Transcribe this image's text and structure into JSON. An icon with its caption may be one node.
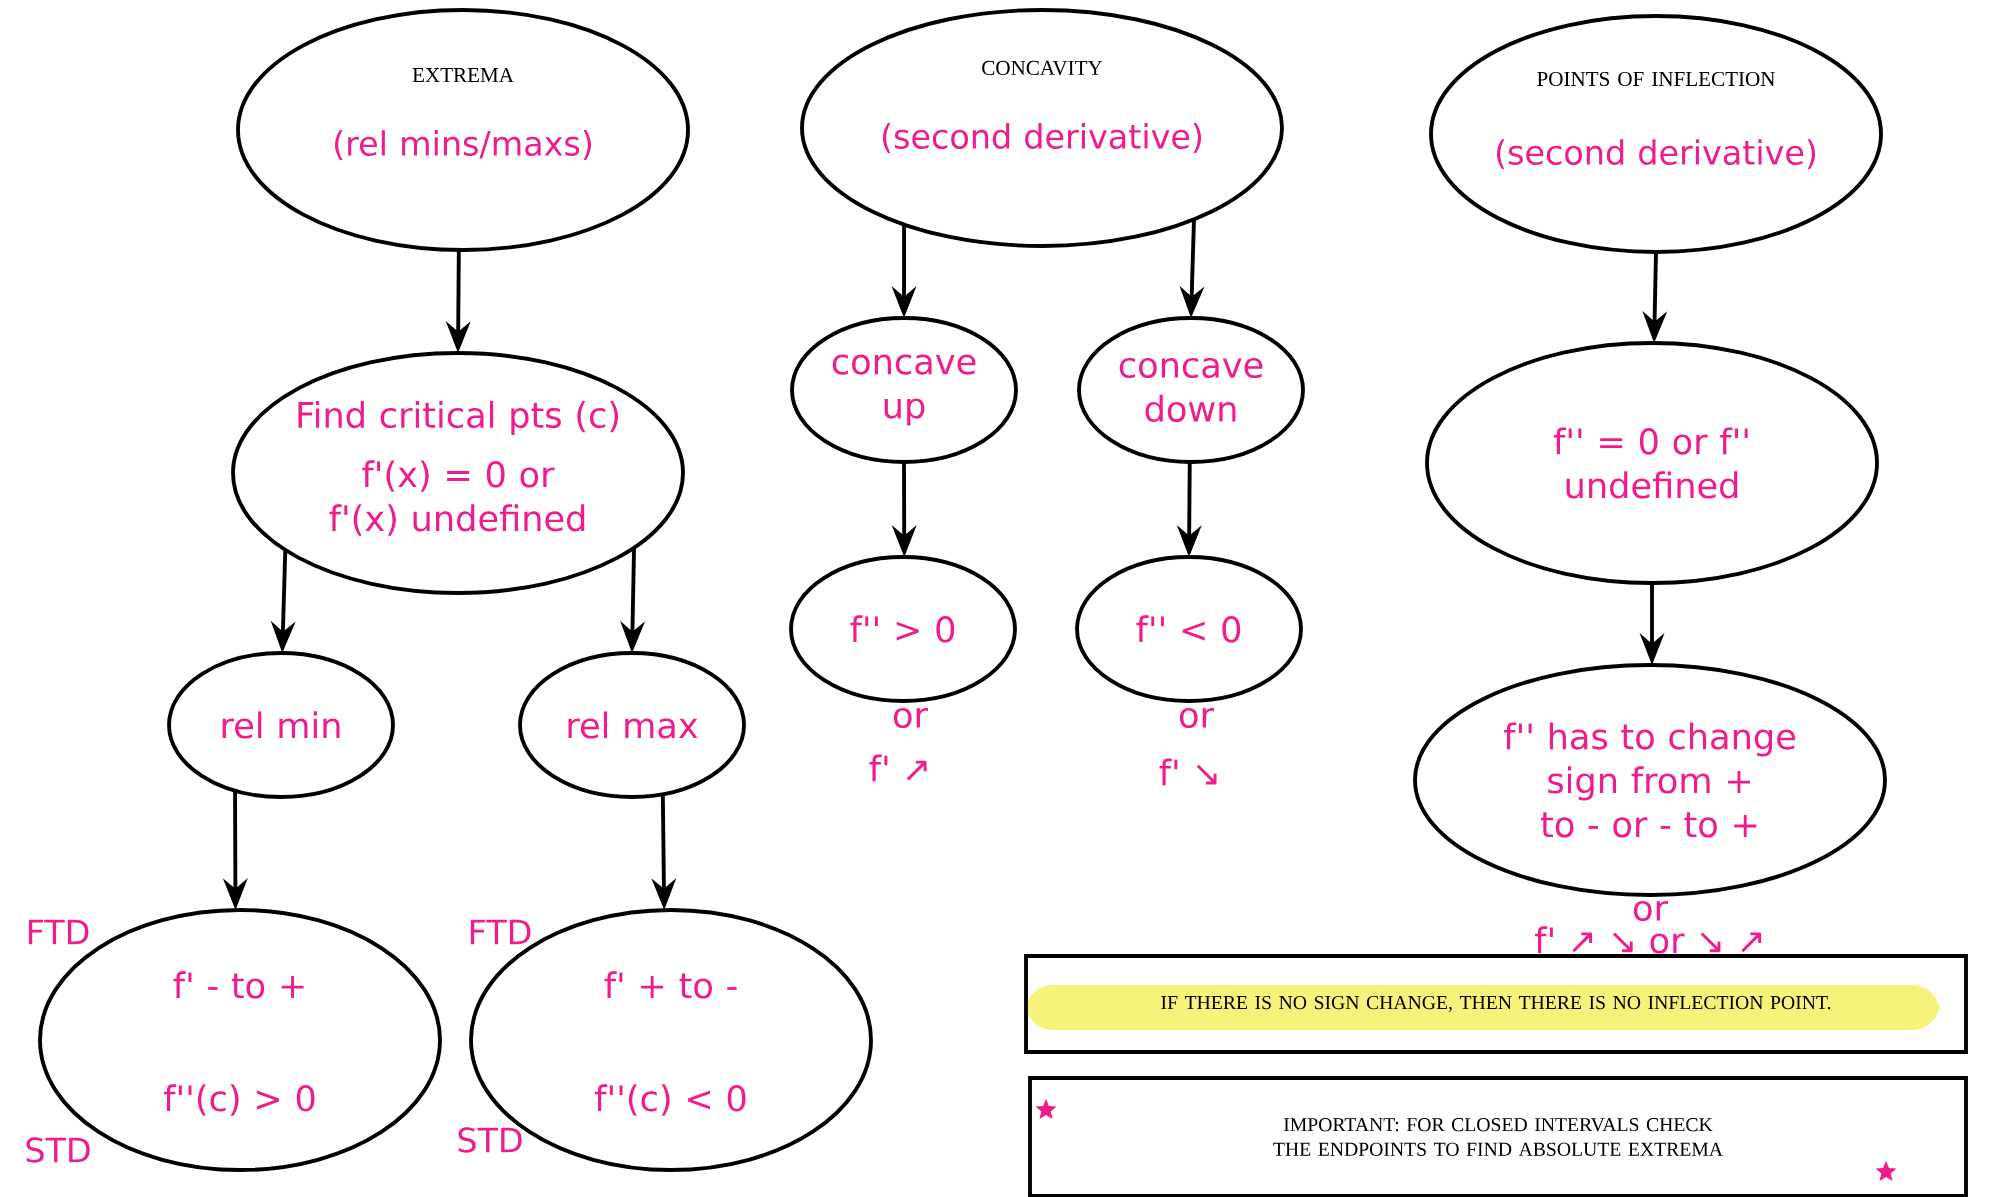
{
  "diagram": {
    "nodes": [
      {
        "text": [
          "EXTREMA",
          "(rel mins/maxs)"
        ]
      },
      {
        "text": [
          "CONCAVITY",
          "(second derivative)"
        ]
      },
      {
        "text": [
          "POINTS OF INFLECTION",
          "(second derivative)"
        ]
      },
      {
        "text": [
          "Find critical pts (c)",
          "f'(x) = 0 or f'(x) undefined"
        ]
      },
      {
        "text": [
          "concave up"
        ]
      },
      {
        "text": [
          "concave down"
        ]
      },
      {
        "text": [
          "f'' = 0 or f'' undefined"
        ]
      },
      {
        "text": [
          "rel min"
        ]
      },
      {
        "text": [
          "rel max"
        ]
      },
      {
        "text": [
          "f'' > 0"
        ],
        "beside": [
          "or",
          "f' ↗"
        ]
      },
      {
        "text": [
          "f'' < 0"
        ],
        "beside": [
          "or",
          "f' ↘"
        ]
      },
      {
        "text": [
          "f'' has to change sign from + to - or - to +"
        ],
        "beside": [
          "or",
          "f' ↗ ↘ or ↘ ↗"
        ]
      },
      {
        "text": [
          "f' - to +",
          "f''(c) > 0"
        ],
        "beside": [
          "FTD",
          "STD"
        ]
      },
      {
        "text": [
          "f' + to -",
          "f''(c) < 0"
        ],
        "beside": [
          "FTD",
          "STD"
        ]
      },
      {
        "text": [
          "IF THERE IS NO SIGN CHANGE, THEN THERE IS NO INFLECTION POINT."
        ]
      },
      {
        "text": [
          "IMPORTANT: FOR CLOSED INTERVALS CHECK THE ENDPOINTS TO FIND ABSOLUTE EXTREMA"
        ]
      }
    ],
    "edges": [
      {
        "from": 0,
        "to": 3,
        "arrow": "to"
      },
      {
        "from": 1,
        "to": 4,
        "arrow": "to"
      },
      {
        "from": 1,
        "to": 5,
        "arrow": "to"
      },
      {
        "from": 2,
        "to": 6,
        "arrow": "to"
      },
      {
        "from": 3,
        "to": 7,
        "arrow": "to"
      },
      {
        "from": 3,
        "to": 8,
        "arrow": "to"
      },
      {
        "from": 4,
        "to": 9,
        "arrow": "to"
      },
      {
        "from": 5,
        "to": 10,
        "arrow": "to"
      },
      {
        "from": 6,
        "to": 11,
        "arrow": "to"
      },
      {
        "from": 7,
        "to": 12,
        "arrow": "to"
      },
      {
        "from": 8,
        "to": 13,
        "arrow": "to"
      }
    ]
  }
}
